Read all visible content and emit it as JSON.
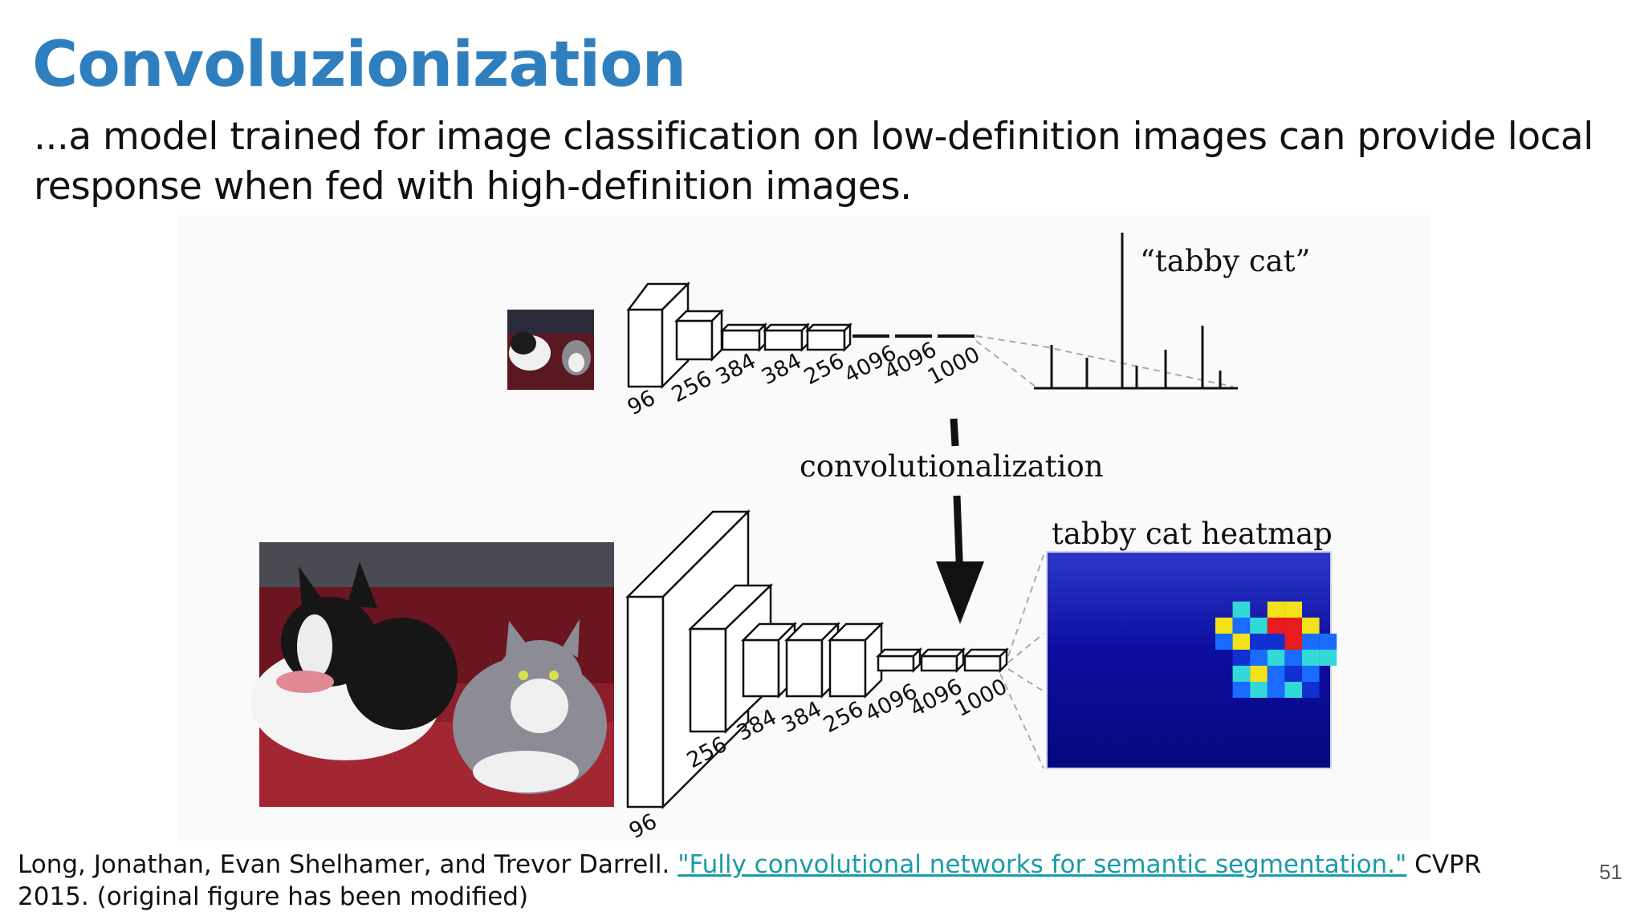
{
  "slide": {
    "title": "Convoluzionization",
    "subtitle": "...a model trained for image classification on low-definition images can provide local response when fed with high-definition images.",
    "page_number": "51"
  },
  "citation": {
    "authors": "Long, Jonathan, Evan Shelhamer, and Trevor Darrell.",
    "paper_link": "\"Fully convolutional networks for semantic segmentation.\"",
    "venue": "CVPR 2015. (original figure has been modified)"
  },
  "figure": {
    "top_network": {
      "layer_labels": [
        "96",
        "256",
        "384",
        "384",
        "256",
        "4096",
        "4096",
        "1000"
      ],
      "output_label": "“tabby cat”"
    },
    "arrow_label": "convolutionalization",
    "bottom_network": {
      "layer_labels": [
        "96",
        "256",
        "384",
        "384",
        "256",
        "4096",
        "4096",
        "1000"
      ],
      "output_label": "tabby cat heatmap"
    },
    "colors": {
      "heatmap_background": "#0a0a96",
      "heatmap_hot": "#e81c1c",
      "heatmap_warm": "#f2e21a",
      "heatmap_mid": "#33d9d9",
      "heatmap_cool": "#1a6bff",
      "photo_sofa": "#7a1a24"
    }
  }
}
